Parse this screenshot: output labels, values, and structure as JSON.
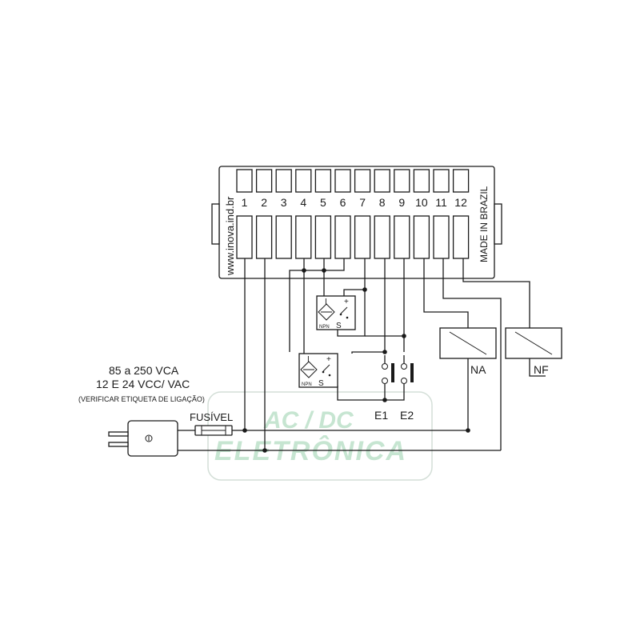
{
  "controller": {
    "website": "www.inova.ind.br",
    "origin": "MADE IN BRAZIL",
    "terminals": [
      "1",
      "2",
      "3",
      "4",
      "5",
      "6",
      "7",
      "8",
      "9",
      "10",
      "11",
      "12"
    ]
  },
  "power": {
    "line1": "85  a 250 VCA",
    "line2": "12 E 24 VCC/ VAC",
    "note": "(VERIFICAR ETIQUETA DE LIGAÇÃO)",
    "fuse_label": "FUSÍVEL"
  },
  "sensors": [
    {
      "left": "I",
      "right": "+",
      "type": "NPN",
      "out": "S"
    },
    {
      "left": "I",
      "right": "+",
      "type": "NPN",
      "out": "S"
    }
  ],
  "inputs": [
    "E1",
    "E2"
  ],
  "relays": [
    "NA",
    "NF"
  ],
  "watermark": {
    "line1": "AC / DC",
    "line2": "ELETRÔNICA"
  },
  "colors": {
    "line": "#1a1a1a",
    "watermark": "#2e9e57"
  }
}
